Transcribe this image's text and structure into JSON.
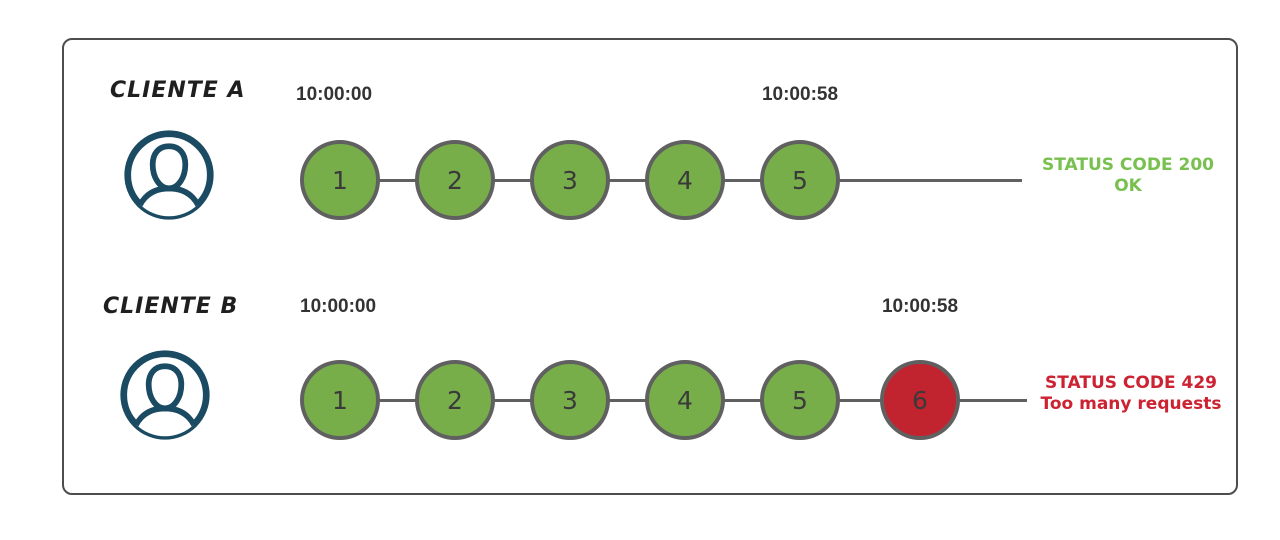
{
  "diagram": {
    "rows": [
      {
        "client_label": "CLIENTE A",
        "start_time": "10:00:00",
        "end_time": "10:00:58",
        "requests": [
          "1",
          "2",
          "3",
          "4",
          "5"
        ],
        "status": {
          "line1": "STATUS CODE 200",
          "line2": "OK",
          "kind": "ok"
        }
      },
      {
        "client_label": "CLIENTE B",
        "start_time": "10:00:00",
        "end_time": "10:00:58",
        "requests": [
          "1",
          "2",
          "3",
          "4",
          "5",
          "6"
        ],
        "status": {
          "line1": "STATUS CODE 429",
          "line2": "Too many requests",
          "kind": "error"
        }
      }
    ],
    "colors": {
      "request_ok_fill": "#77ae4a",
      "request_error_fill": "#c2242f",
      "status_ok_text": "#78c04f",
      "status_error_text": "#cc2231",
      "connector_line": "#606060",
      "frame_border": "#4d4d4d",
      "avatar_stroke": "#1b4a63",
      "timestamp_text": "#333333"
    }
  }
}
